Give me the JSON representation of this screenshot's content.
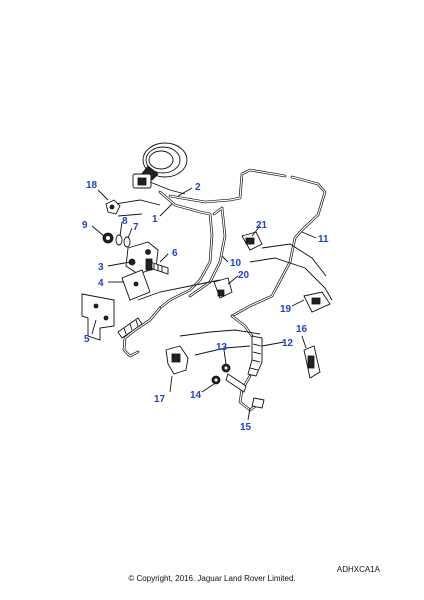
{
  "diagram": {
    "callouts": [
      {
        "id": "1",
        "label": "1"
      },
      {
        "id": "2",
        "label": "2"
      },
      {
        "id": "3",
        "label": "3"
      },
      {
        "id": "4",
        "label": "4"
      },
      {
        "id": "5",
        "label": "5"
      },
      {
        "id": "6",
        "label": "6"
      },
      {
        "id": "7",
        "label": "7"
      },
      {
        "id": "8",
        "label": "8"
      },
      {
        "id": "9",
        "label": "9"
      },
      {
        "id": "10",
        "label": "10"
      },
      {
        "id": "11",
        "label": "11"
      },
      {
        "id": "12",
        "label": "12"
      },
      {
        "id": "13",
        "label": "13"
      },
      {
        "id": "14",
        "label": "14"
      },
      {
        "id": "15",
        "label": "15"
      },
      {
        "id": "16",
        "label": "16"
      },
      {
        "id": "17",
        "label": "17"
      },
      {
        "id": "18",
        "label": "18"
      },
      {
        "id": "19",
        "label": "19"
      },
      {
        "id": "20",
        "label": "20"
      },
      {
        "id": "21",
        "label": "21"
      }
    ],
    "callout_color": "#1f3fd6"
  },
  "footer": {
    "drawing_code": "ADHXCA1A",
    "copyright": "© Copyright, 2016. Jaguar Land Rover Limited."
  }
}
